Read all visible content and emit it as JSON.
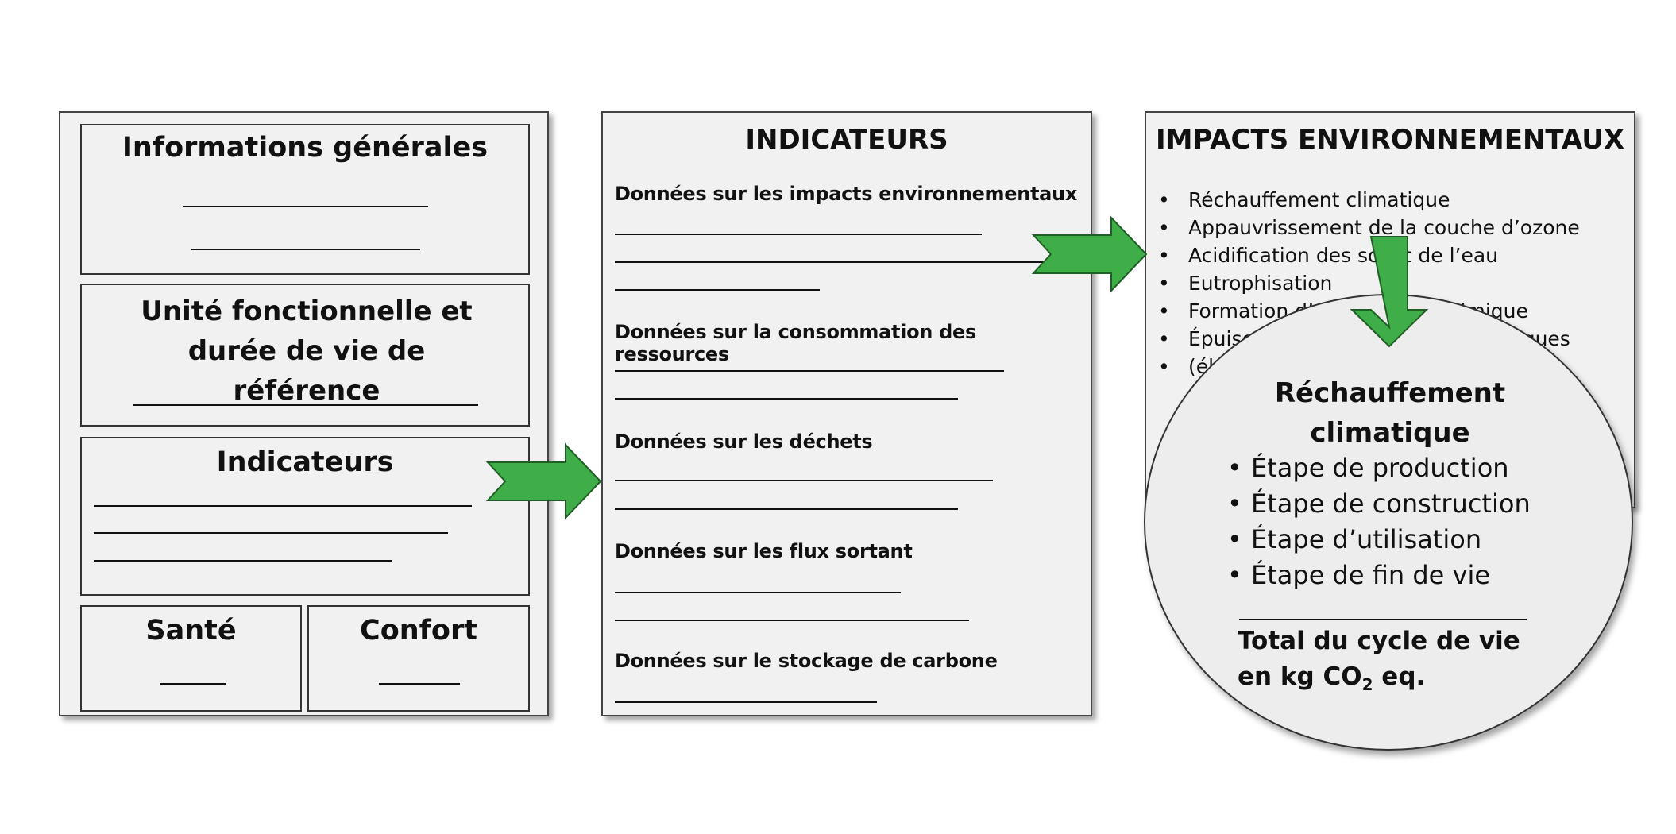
{
  "left_panel": {
    "general_title": "Informations générales",
    "functional_title": "Unité fonctionnelle et durée de vie de référence",
    "indicators_title": "Indicateurs",
    "health_title": "Santé",
    "comfort_title": "Confort"
  },
  "middle_panel": {
    "title": "INDICATEURS",
    "sections": [
      "Données sur les impacts environnementaux",
      "Données sur la consommation des ressources",
      "Données sur les déchets",
      "Données sur les flux sortant",
      "Données sur le stockage de carbone"
    ]
  },
  "right_panel": {
    "title": "IMPACTS ENVIRONNEMENTAUX",
    "items": [
      "Réchauffement climatique",
      "Appauvrissement de la couche d’ozone",
      "Acidification des sol et de l’eau",
      "Eutrophisation",
      "Formation d’ozone photochimique",
      "Épuisement des ressources abiotiques",
      "(éléments)"
    ]
  },
  "circle": {
    "title": "Réchauffement climatique",
    "items": [
      "Étape de production",
      "Étape de construction",
      "Étape d’utilisation",
      "Étape de fin de vie"
    ],
    "total_line1": "Total du cycle de vie",
    "total_line2_prefix": "en kg CO",
    "total_line2_sub": "2",
    "total_line2_suffix": " eq."
  },
  "colors": {
    "arrow_fill": "#3fae49",
    "arrow_stroke": "#1f5f25",
    "panel": "#f1f1f1"
  }
}
